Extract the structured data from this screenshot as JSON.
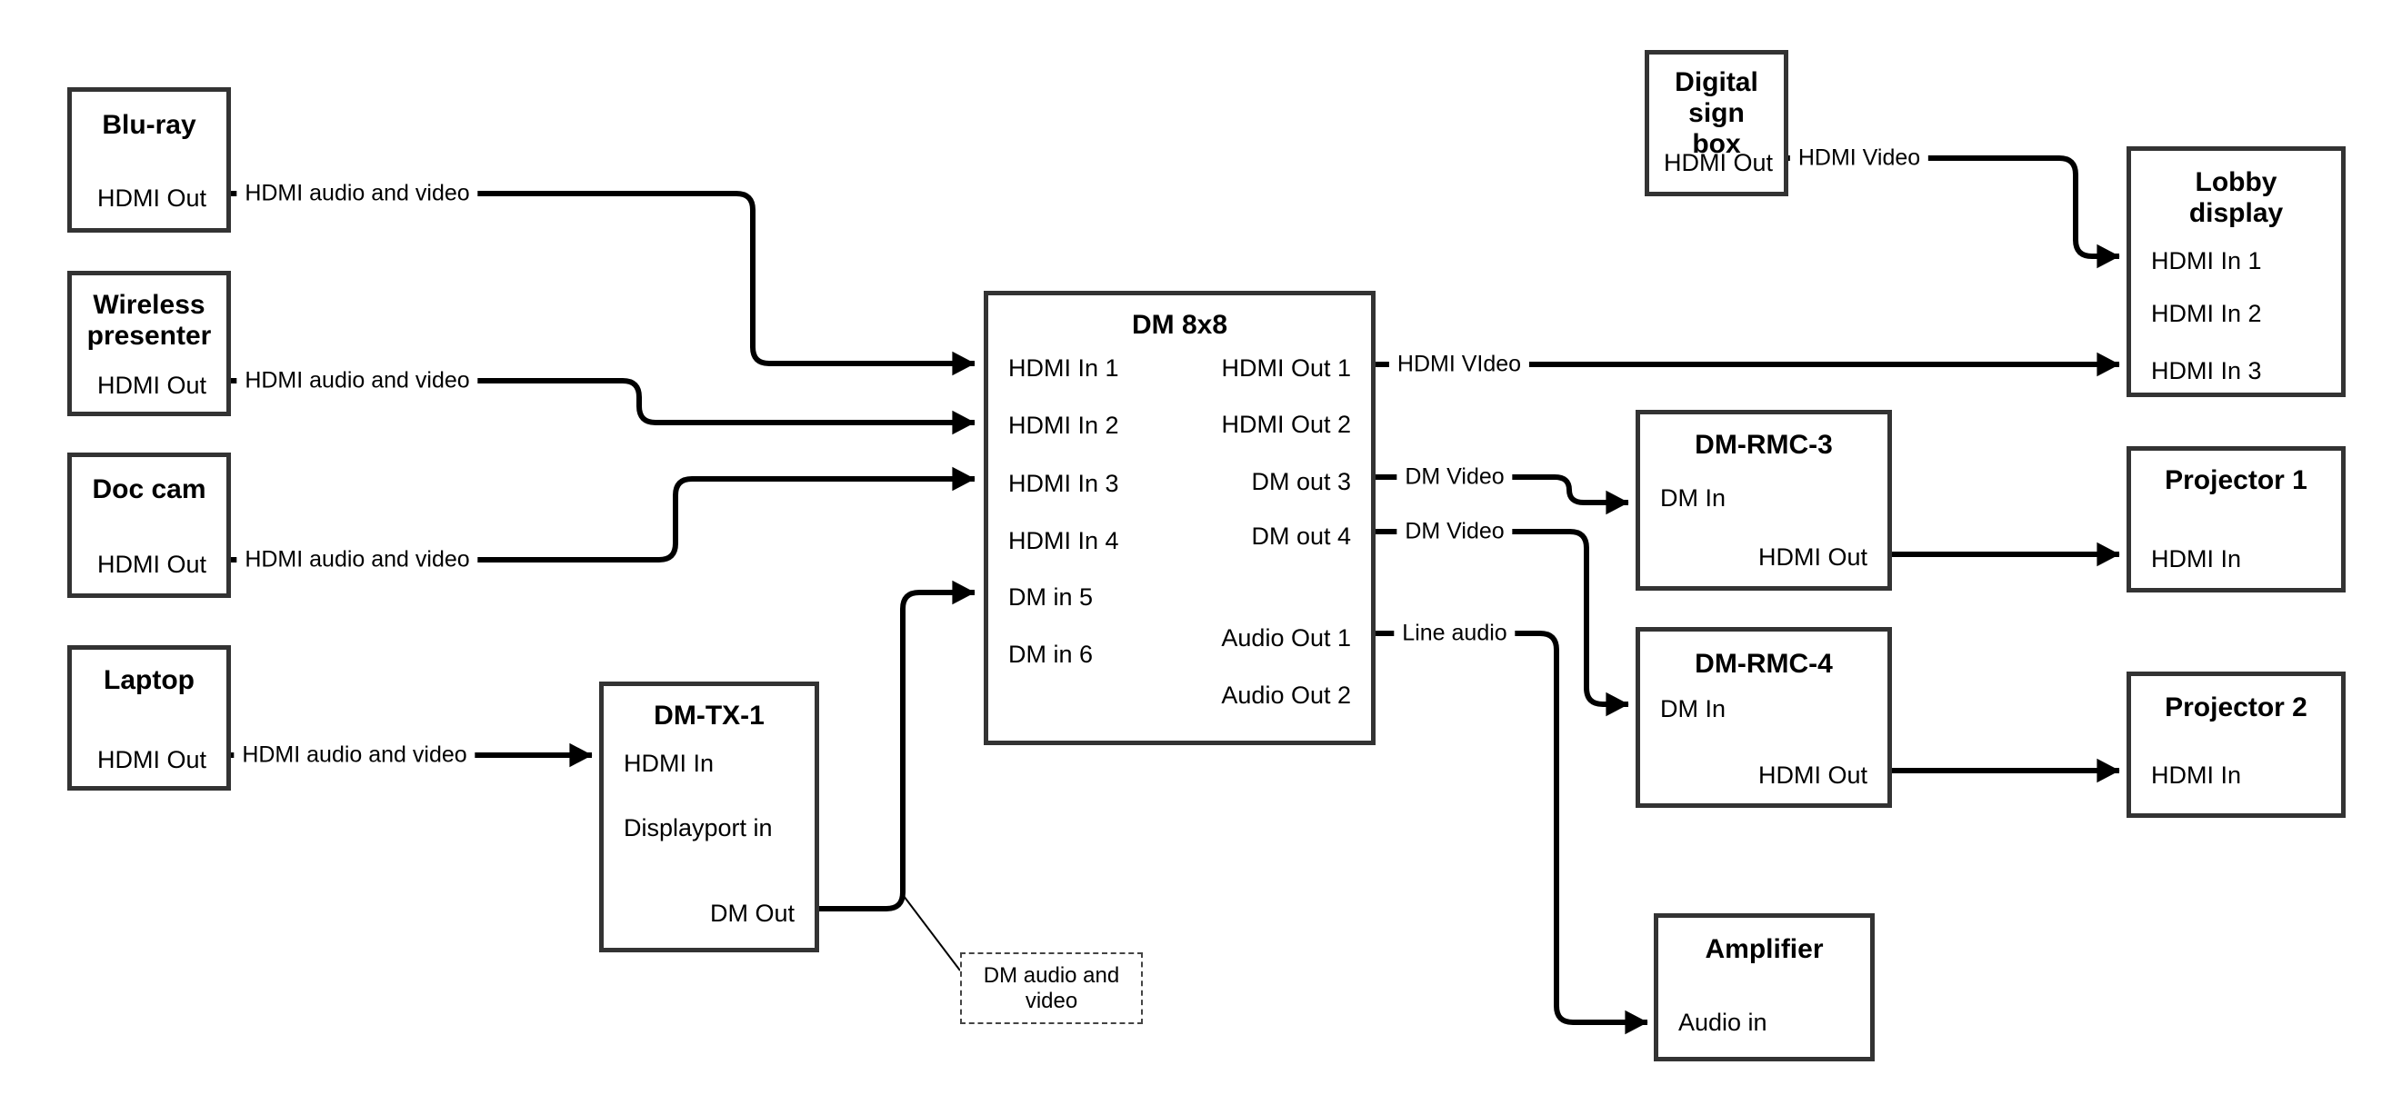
{
  "diagram": {
    "nodes": {
      "bluray": {
        "title": "Blu-ray",
        "ports": {
          "hdmi_out": "HDMI Out"
        }
      },
      "wireless_presenter": {
        "title": "Wireless\npresenter",
        "ports": {
          "hdmi_out": "HDMI Out"
        }
      },
      "doc_cam": {
        "title": "Doc cam",
        "ports": {
          "hdmi_out": "HDMI Out"
        }
      },
      "laptop": {
        "title": "Laptop",
        "ports": {
          "hdmi_out": "HDMI Out"
        }
      },
      "dm_tx_1": {
        "title": "DM-TX-1",
        "ports": {
          "hdmi_in": "HDMI In",
          "displayport_in": "Displayport in",
          "dm_out": "DM Out"
        }
      },
      "dm_8x8": {
        "title": "DM 8x8",
        "ports": {
          "in1": "HDMI In 1",
          "in2": "HDMI In 2",
          "in3": "HDMI In 3",
          "in4": "HDMI In 4",
          "in5": "DM in 5",
          "in6": "DM in 6",
          "out1": "HDMI Out 1",
          "out2": "HDMI Out 2",
          "out3": "DM out 3",
          "out4": "DM out 4",
          "aout1": "Audio Out 1",
          "aout2": "Audio Out 2"
        }
      },
      "digital_sign_box": {
        "title": "Digital sign\nbox",
        "ports": {
          "hdmi_out": "HDMI Out"
        }
      },
      "lobby_display": {
        "title": "Lobby\ndisplay",
        "ports": {
          "in1": "HDMI In 1",
          "in2": "HDMI In 2",
          "in3": "HDMI In 3"
        }
      },
      "dm_rmc_3": {
        "title": "DM-RMC-3",
        "ports": {
          "dm_in": "DM In",
          "hdmi_out": "HDMI Out"
        }
      },
      "dm_rmc_4": {
        "title": "DM-RMC-4",
        "ports": {
          "dm_in": "DM In",
          "hdmi_out": "HDMI Out"
        }
      },
      "projector_1": {
        "title": "Projector 1",
        "ports": {
          "hdmi_in": "HDMI In"
        }
      },
      "projector_2": {
        "title": "Projector 2",
        "ports": {
          "hdmi_in": "HDMI In"
        }
      },
      "amplifier": {
        "title": "Amplifier",
        "ports": {
          "audio_in": "Audio in"
        }
      }
    },
    "edge_labels": {
      "bluray_to_dm8x8": "HDMI audio and video",
      "wireless_to_dm8x8": "HDMI audio and video",
      "doccam_to_dm8x8": "HDMI audio and video",
      "laptop_to_dmtx1": "HDMI audio and video",
      "hdmiout1_to_lobby": "HDMI VIdeo",
      "dmout3_to_rmc3": "DM Video",
      "dmout4_to_rmc4": "DM Video",
      "audioout1_to_amp": "Line audio",
      "digisign_to_lobby": "HDMI Video"
    },
    "annotation": {
      "text": "DM audio and\nvideo"
    },
    "colors": {
      "background": "#ffffff",
      "line": "#000000",
      "box_border": "#333333",
      "text": "#000000"
    }
  }
}
